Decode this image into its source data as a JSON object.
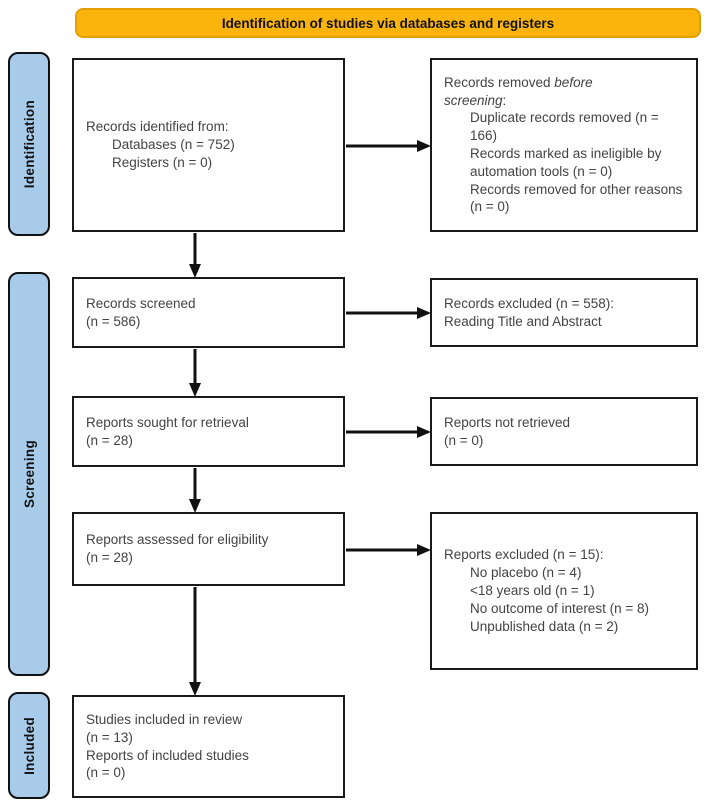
{
  "banner": {
    "label": "Identification of studies via databases and registers"
  },
  "colors": {
    "banner_fill": "#FBB40B",
    "banner_border": "#E59F06",
    "stage_fill": "#A9CBEA",
    "box_border": "#1A1A1A",
    "arrow": "#111111"
  },
  "stages": {
    "identification": "Identification",
    "screening": "Screening",
    "included": "Included"
  },
  "boxes": {
    "records_identified": {
      "title": "Records identified from:",
      "items": [
        "Databases (n = 752)",
        "Registers (n = 0)"
      ]
    },
    "records_removed": {
      "title_prefix": "Records removed ",
      "title_em_line1": "before",
      "title_em_line2": "screening",
      "title_suffix": ":",
      "items": [
        "Duplicate records removed (n = 166)",
        "Records marked as ineligible by automation tools (n = 0)",
        "Records removed for other reasons (n = 0)"
      ]
    },
    "records_screened": {
      "lines": [
        "Records screened",
        "(n = 586)"
      ]
    },
    "records_excluded": {
      "lines": [
        "Records excluded (n = 558):",
        "Reading Title and Abstract"
      ]
    },
    "reports_sought": {
      "lines": [
        "Reports sought for retrieval",
        "(n = 28)"
      ]
    },
    "reports_not_retrieved": {
      "lines": [
        "Reports not retrieved",
        "(n = 0)"
      ]
    },
    "reports_assessed": {
      "lines": [
        "Reports assessed for eligibility",
        "(n = 28)"
      ]
    },
    "reports_excluded": {
      "title": "Reports excluded (n = 15):",
      "items": [
        "No placebo (n = 4)",
        "<18 years old (n = 1)",
        "No outcome of interest (n = 8)",
        "Unpublished data (n = 2)"
      ]
    },
    "studies_included": {
      "lines": [
        "Studies included in review",
        "(n = 13)",
        "Reports of included studies",
        "(n = 0)"
      ]
    }
  }
}
